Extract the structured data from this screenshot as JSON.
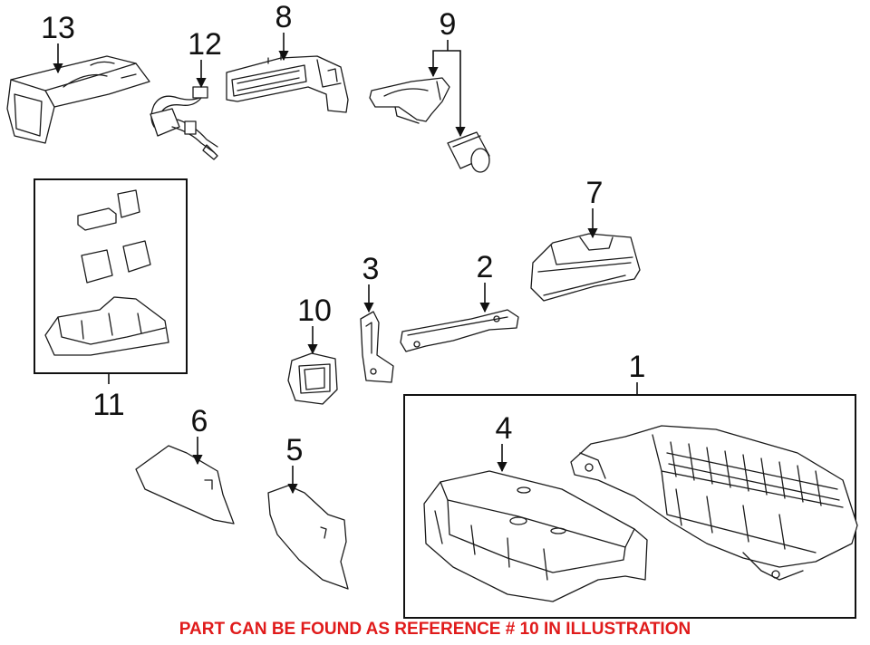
{
  "callouts": {
    "c1": "1",
    "c2": "2",
    "c3": "3",
    "c4": "4",
    "c5": "5",
    "c6": "6",
    "c7": "7",
    "c8": "8",
    "c9": "9",
    "c10": "10",
    "c11": "11",
    "c12": "12",
    "c13": "13"
  },
  "footnote": {
    "text": "PART CAN BE FOUND AS REFERENCE # 10 IN ILLUSTRATION",
    "color": "#e01b1b"
  }
}
